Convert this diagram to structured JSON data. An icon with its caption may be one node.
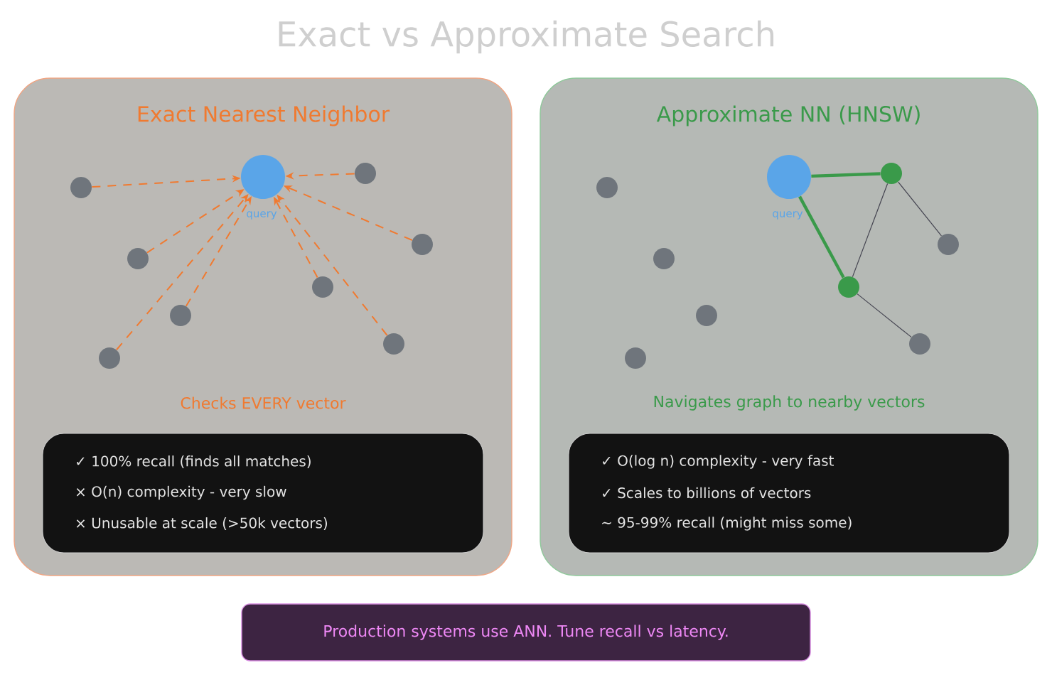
{
  "diagram": {
    "title": "Exact vs Approximate Search",
    "nodes": [
      {
        "text": [
          "Exact Nearest Neighbor",
          "Checks EVERY vector"
        ]
      },
      {
        "text": [],
        "shape": "circle",
        "beside": [
          "query"
        ],
        "in": 0
      },
      {
        "text": [],
        "shape": "circle",
        "in": 0
      },
      {
        "text": [],
        "shape": "circle",
        "in": 0
      },
      {
        "text": [],
        "shape": "circle",
        "in": 0
      },
      {
        "text": [],
        "shape": "circle",
        "in": 0
      },
      {
        "text": [],
        "shape": "circle",
        "in": 0
      },
      {
        "text": [],
        "shape": "circle",
        "in": 0
      },
      {
        "text": [],
        "shape": "circle",
        "in": 0
      },
      {
        "text": [],
        "shape": "circle",
        "in": 0
      },
      {
        "text": [
          "✓ 100% recall (finds all matches)",
          "× O(n) complexity - very slow",
          "× Unusable at scale (>50k vectors)"
        ],
        "in": 0
      },
      {
        "text": [
          "Approximate NN (HNSW)",
          "Navigates graph to nearby vectors"
        ]
      },
      {
        "text": [],
        "shape": "circle",
        "beside": [
          "query"
        ],
        "in": 11
      },
      {
        "text": [],
        "shape": "circle",
        "in": 11
      },
      {
        "text": [],
        "shape": "circle",
        "in": 11
      },
      {
        "text": [],
        "shape": "circle",
        "in": 11
      },
      {
        "text": [],
        "shape": "circle",
        "in": 11
      },
      {
        "text": [],
        "shape": "circle",
        "in": 11
      },
      {
        "text": [],
        "shape": "circle",
        "in": 11
      },
      {
        "text": [],
        "shape": "circle",
        "in": 11
      },
      {
        "text": [],
        "shape": "circle",
        "in": 11
      },
      {
        "text": [
          "✓ O(log n) complexity - very fast",
          "✓ Scales to billions of vectors",
          "~ 95-99% recall (might miss some)"
        ],
        "in": 11
      },
      {
        "text": [
          "Production systems use ANN. Tune recall vs latency."
        ]
      }
    ],
    "edges": [
      {
        "from": 2,
        "to": 1,
        "arrow": "to",
        "style": "dashed"
      },
      {
        "from": 3,
        "to": 1,
        "arrow": "to",
        "style": "dashed"
      },
      {
        "from": 4,
        "to": 1,
        "arrow": "to",
        "style": "dashed"
      },
      {
        "from": 5,
        "to": 1,
        "arrow": "to",
        "style": "dashed"
      },
      {
        "from": 6,
        "to": 1,
        "arrow": "to",
        "style": "dashed"
      },
      {
        "from": 7,
        "to": 1,
        "arrow": "to",
        "style": "dashed"
      },
      {
        "from": 8,
        "to": 1,
        "arrow": "to",
        "style": "dashed"
      },
      {
        "from": 9,
        "to": 1,
        "arrow": "to",
        "style": "dashed"
      },
      {
        "from": 12,
        "to": 18,
        "arrow": "none",
        "style": "thick",
        "color": "#3a9a4a"
      },
      {
        "from": 12,
        "to": 17,
        "arrow": "none",
        "style": "thick",
        "color": "#3a9a4a"
      },
      {
        "from": 18,
        "to": 17,
        "arrow": "none",
        "color": "#444450"
      },
      {
        "from": 18,
        "to": 20,
        "arrow": "none",
        "color": "#444450"
      },
      {
        "from": 17,
        "to": 19,
        "arrow": "none",
        "color": "#444450"
      }
    ]
  }
}
